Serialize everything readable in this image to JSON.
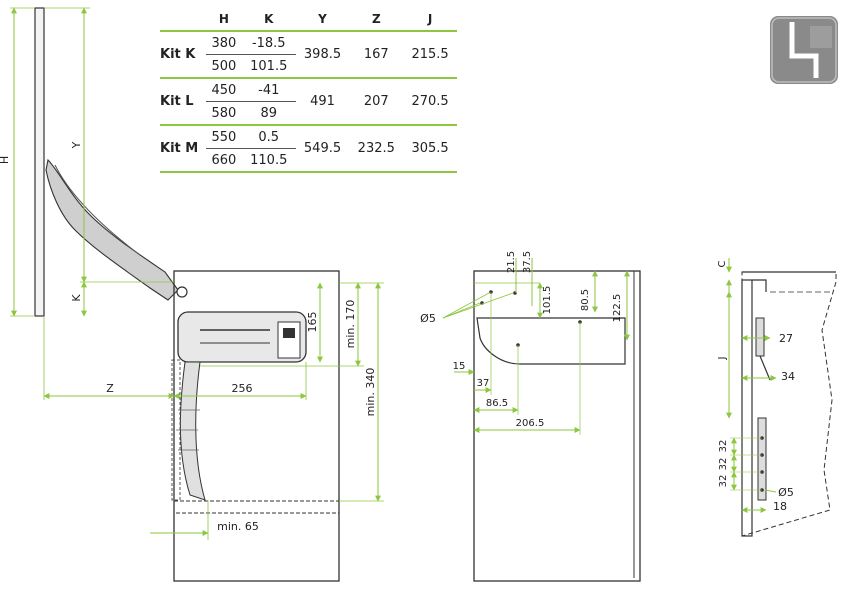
{
  "table": {
    "headers": [
      "H",
      "K",
      "Y",
      "Z",
      "J"
    ],
    "kits": [
      {
        "name": "Kit K",
        "rows": [
          {
            "H": "380",
            "K": "-18.5"
          },
          {
            "H": "500",
            "K": "101.5"
          }
        ],
        "Y": "398.5",
        "Z": "167",
        "J": "215.5"
      },
      {
        "name": "Kit L",
        "rows": [
          {
            "H": "450",
            "K": "-41"
          },
          {
            "H": "580",
            "K": "89"
          }
        ],
        "Y": "491",
        "Z": "207",
        "J": "270.5"
      },
      {
        "name": "Kit M",
        "rows": [
          {
            "H": "550",
            "K": "0.5"
          },
          {
            "H": "660",
            "K": "110.5"
          }
        ],
        "Y": "549.5",
        "Z": "232.5",
        "J": "305.5"
      }
    ]
  },
  "side_view": {
    "labels": {
      "H": "H",
      "Y": "Y",
      "K": "K",
      "Z": "Z",
      "dim_256": "256",
      "dim_165": "165",
      "dim_min170": "min. 170",
      "dim_min340": "min. 340",
      "dim_min65": "min. 65"
    }
  },
  "front_view": {
    "labels": {
      "d215": "21.5",
      "d375": "37.5",
      "d1015": "101.5",
      "d805": "80.5",
      "d1225": "122.5",
      "dia": "Ø5",
      "d15": "15",
      "d37": "37",
      "d865": "86.5",
      "d2065": "206.5"
    }
  },
  "section_view": {
    "labels": {
      "C": "C",
      "J": "J",
      "d27": "27",
      "d34": "34",
      "d32a": "32",
      "d32b": "32",
      "d32c": "32",
      "dia": "Ø5",
      "d18": "18"
    }
  },
  "colors": {
    "accent": "#8dc63f",
    "line": "#333333",
    "logo_bg": "#8a8a8a",
    "arm": "#bfbfbf"
  }
}
